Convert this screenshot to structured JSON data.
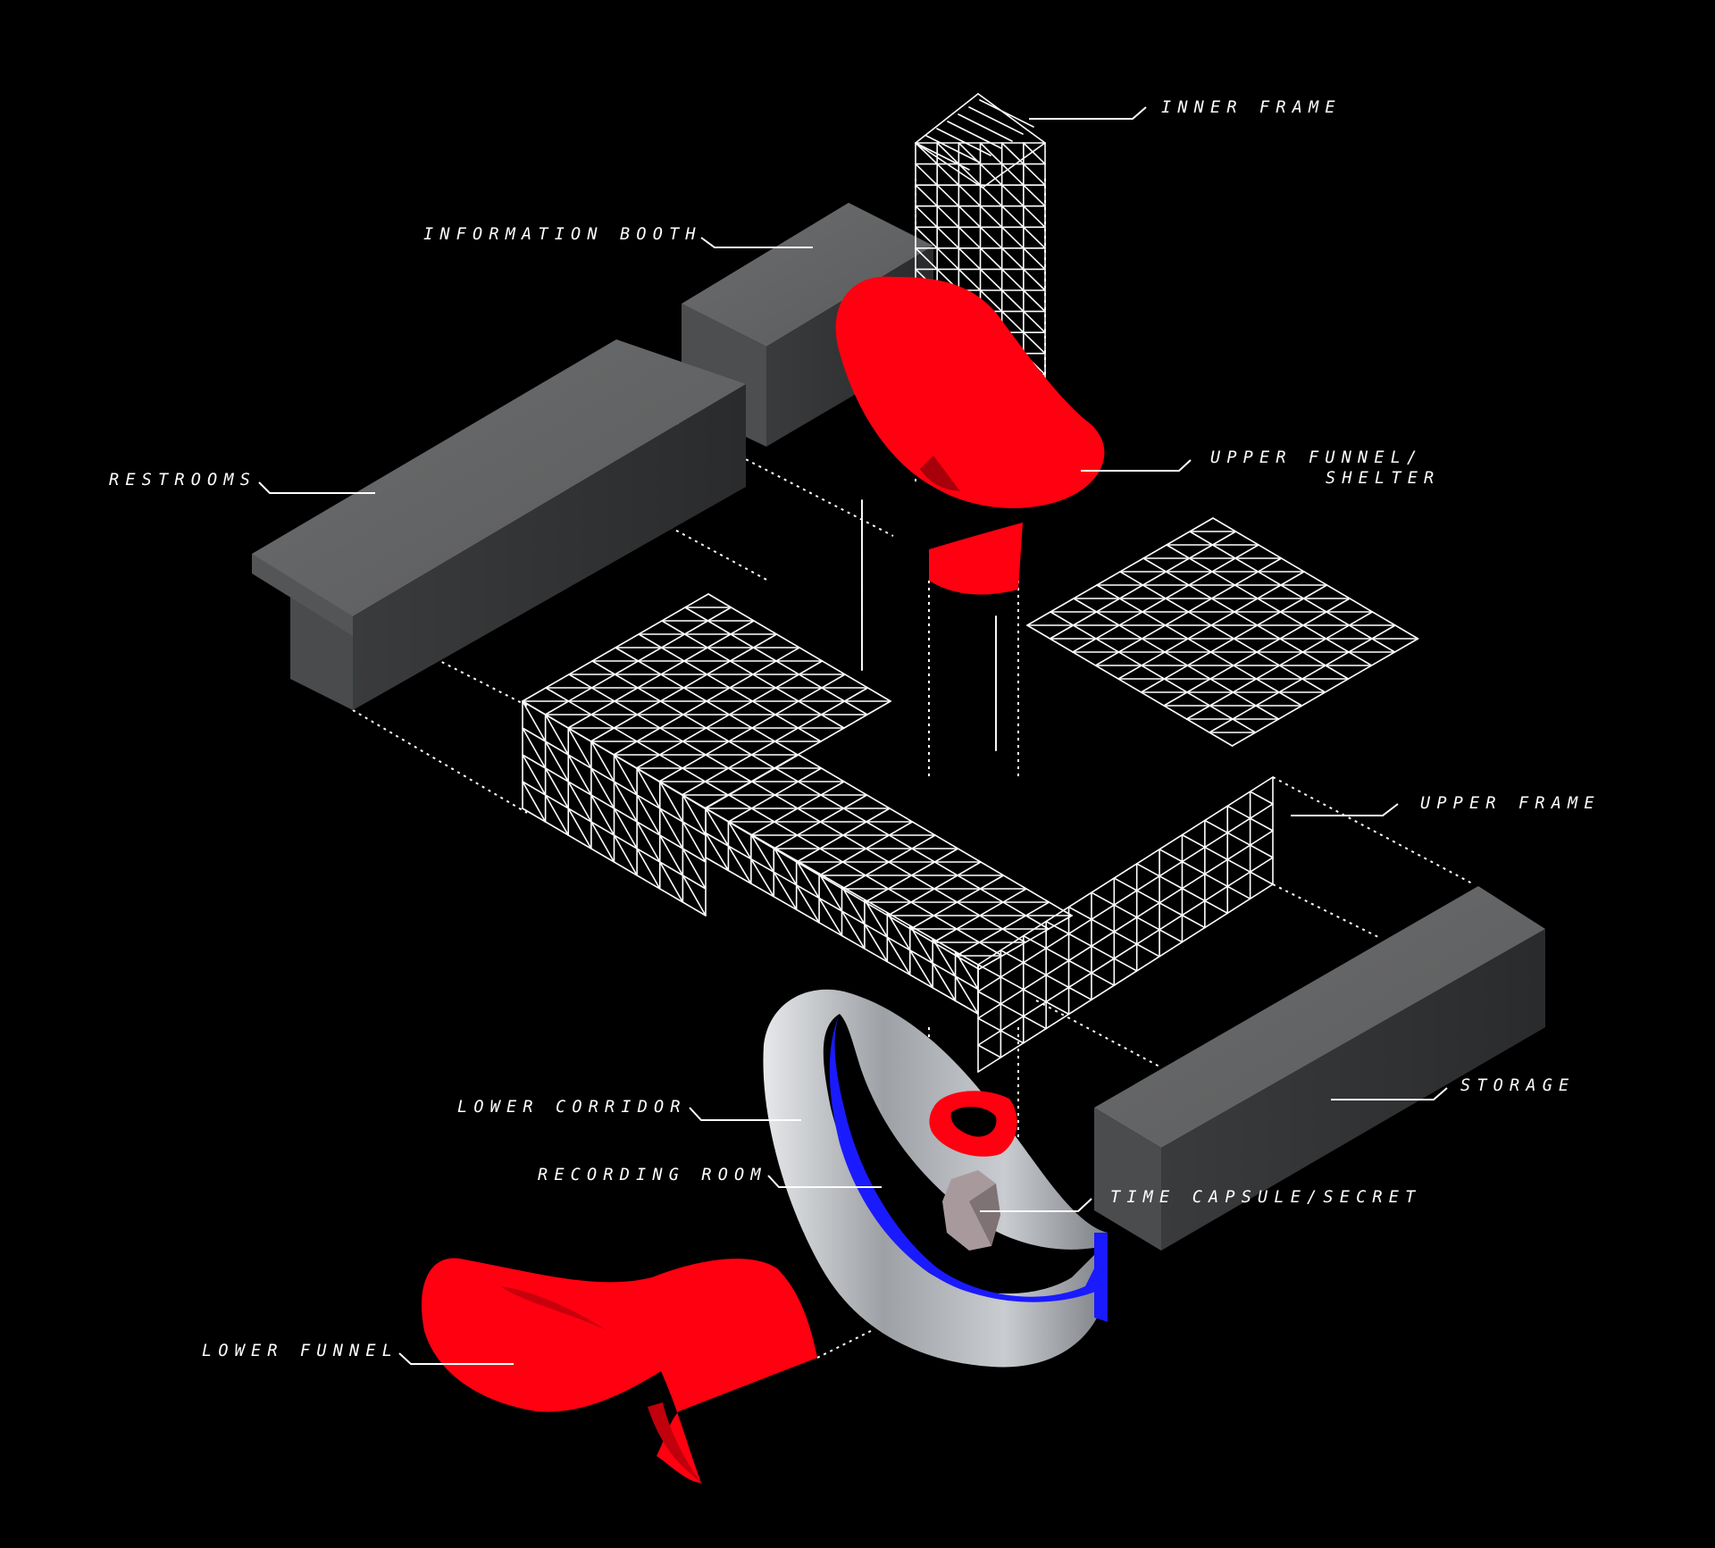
{
  "diagram": {
    "background": "#000000",
    "colors": {
      "funnel_red": "#ff0010",
      "box_top": "#666767",
      "box_front": "#4c4d4e",
      "box_side": "#2f3031",
      "corridor_silver": "#b9bcc0",
      "recording_blue": "#1a1aff",
      "frame_white": "#ffffff",
      "capsule_stone": "#a89a9c"
    },
    "labels": {
      "inner_frame": "INNER FRAME",
      "information_booth": "INFORMATION BOOTH",
      "restrooms": "RESTROOMS",
      "upper_funnel_line1": "UPPER FUNNEL/",
      "upper_funnel_line2": "SHELTER",
      "upper_frame": "UPPER FRAME",
      "storage": "STORAGE",
      "lower_corridor": "LOWER CORRIDOR",
      "recording_room": "RECORDING ROOM",
      "time_capsule": "TIME CAPSULE/SECRET",
      "lower_funnel": "LOWER FUNNEL"
    }
  }
}
